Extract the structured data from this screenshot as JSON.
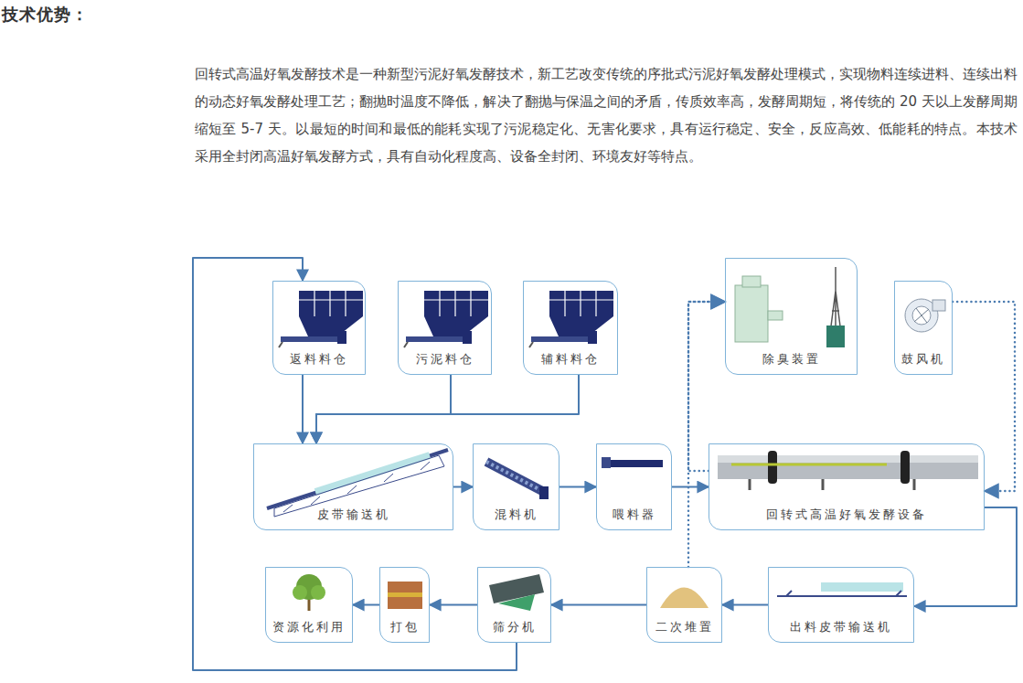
{
  "diagram": {
    "title": "技术优势：",
    "nodes": [
      {
        "text": [
          "返料料仓"
        ]
      },
      {
        "text": [
          "污泥料仓"
        ]
      },
      {
        "text": [
          "辅料料仓"
        ]
      },
      {
        "text": [
          "除臭装置"
        ]
      },
      {
        "text": [
          "鼓风机"
        ]
      },
      {
        "text": [
          "皮带输送机"
        ]
      },
      {
        "text": [
          "混料机"
        ]
      },
      {
        "text": [
          "喂料器"
        ]
      },
      {
        "text": [
          "回转式高温好氧发酵设备"
        ]
      },
      {
        "text": [
          "资源化利用"
        ]
      },
      {
        "text": [
          "打包"
        ]
      },
      {
        "text": [
          "筛分机"
        ]
      },
      {
        "text": [
          "二次堆置"
        ]
      },
      {
        "text": [
          "出料皮带输送机"
        ]
      }
    ],
    "edges": [
      {
        "from": 0,
        "to": 5,
        "arrow": "to"
      },
      {
        "from": 1,
        "to": 5,
        "arrow": "to"
      },
      {
        "from": 2,
        "to": 5,
        "arrow": "to"
      },
      {
        "from": 5,
        "to": 6,
        "arrow": "to"
      },
      {
        "from": 6,
        "to": 7,
        "arrow": "to"
      },
      {
        "from": 7,
        "to": 8,
        "arrow": "to"
      },
      {
        "from": 8,
        "to": 13,
        "arrow": "to"
      },
      {
        "from": 13,
        "to": 12,
        "arrow": "to"
      },
      {
        "from": 12,
        "to": 11,
        "arrow": "to"
      },
      {
        "from": 11,
        "to": 10,
        "arrow": "to"
      },
      {
        "from": 10,
        "to": 9,
        "arrow": "to"
      },
      {
        "from": 11,
        "to": 0,
        "arrow": "to"
      },
      {
        "from": 12,
        "to": 3,
        "arrow": "to"
      },
      {
        "from": 8,
        "to": 3,
        "arrow": "to"
      },
      {
        "from": 4,
        "to": 8,
        "arrow": "to"
      }
    ],
    "labels": [
      "回转式高温好氧发酵技术是一种新型污泥好氧发酵技术，新工艺改变传统的序批式污泥好氧发酵处理模式，实现物料连续进料、连续出料的动态好氧发酵处理工艺；翻抛时温度不降低，解决了翻抛与保温之间的矛盾，传质效率高，发酵周期短，将传统的 20 天以上发酵周期缩短至 5-7 天。以最短的时间和最低的能耗实现了污泥稳定化、无害化要求，具有运行稳定、安全，反应高效、低能耗的特点。本技术采用全封闭高温好氧发酵方式，具有自动化程度高、设备全封闭、环境友好等特点。"
    ]
  }
}
